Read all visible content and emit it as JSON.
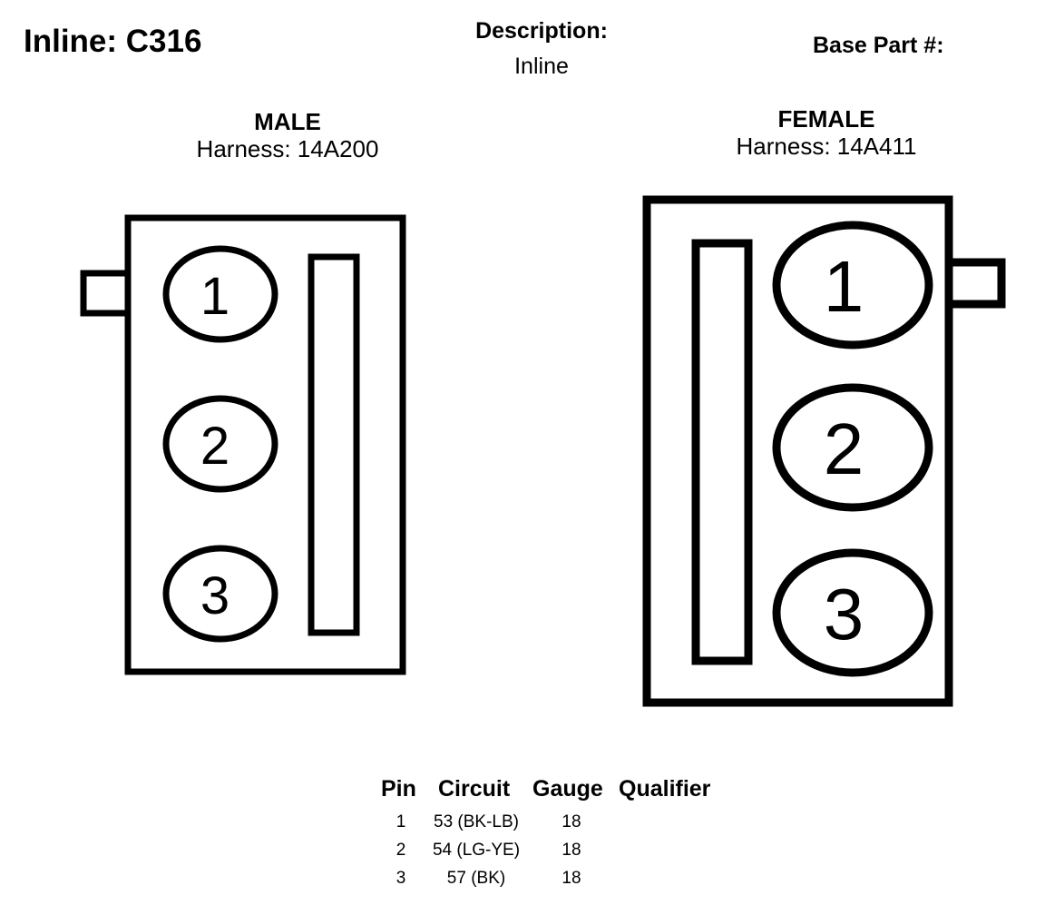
{
  "header": {
    "title": "Inline: C316",
    "description_label": "Description:",
    "description_value": "Inline",
    "base_part_label": "Base Part #:"
  },
  "connectors": {
    "male": {
      "gender": "MALE",
      "harness": "Harness: 14A200",
      "pins": [
        "1",
        "2",
        "3"
      ]
    },
    "female": {
      "gender": "FEMALE",
      "harness": "Harness: 14A411",
      "pins": [
        "1",
        "2",
        "3"
      ]
    }
  },
  "pin_table": {
    "headers": [
      "Pin",
      "Circuit",
      "Gauge",
      "Qualifier"
    ],
    "rows": [
      {
        "pin": "1",
        "circuit": "53 (BK-LB)",
        "gauge": "18",
        "qualifier": ""
      },
      {
        "pin": "2",
        "circuit": "54 (LG-YE)",
        "gauge": "18",
        "qualifier": ""
      },
      {
        "pin": "3",
        "circuit": "57 (BK)",
        "gauge": "18",
        "qualifier": ""
      }
    ]
  }
}
